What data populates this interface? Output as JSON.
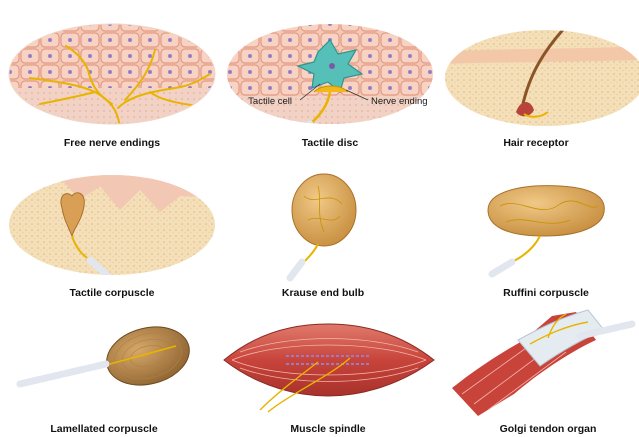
{
  "panels": [
    {
      "caption": "Free nerve endings"
    },
    {
      "caption": "Tactile disc",
      "callouts": [
        "Tactile cell",
        "Nerve ending"
      ]
    },
    {
      "caption": "Hair receptor"
    },
    {
      "caption": "Tactile corpuscle"
    },
    {
      "caption": "Krause end bulb"
    },
    {
      "caption": "Ruffini corpuscle"
    },
    {
      "caption": "Lamellated corpuscle"
    },
    {
      "caption": "Muscle spindle"
    },
    {
      "caption": "Golgi tendon organ"
    }
  ],
  "colors": {
    "epidermis_cell": "#f3c9b6",
    "cell_outline": "#e59a86",
    "nucleus": "#9b7cc4",
    "nerve_fiber": "#e8b400",
    "tactile_cell": "#56c0b8",
    "dermis": "#f4dfb8",
    "capsule": "#d9a55b",
    "muscle": "#c8443b",
    "myelin": "#e2e6ee"
  }
}
